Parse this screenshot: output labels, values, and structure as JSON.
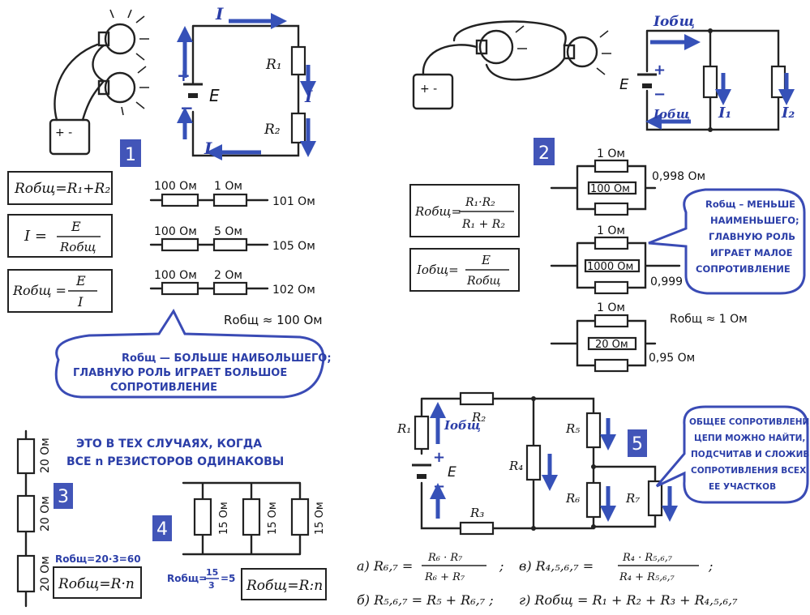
{
  "colors": {
    "accent": "#3651b8",
    "ink": "#222222"
  },
  "panels": {
    "p1": {
      "number": "1",
      "current_label": "I",
      "emf_label": "E",
      "r1": "R₁",
      "r2": "R₂",
      "plus": "+",
      "minus": "−",
      "formula_total": "Rобщ=R₁+R₂",
      "formula_current_left": "I =",
      "formula_current_num": "E",
      "formula_current_den": "Rобщ",
      "formula_r_left": "Rобщ =",
      "formula_r_num": "E",
      "formula_r_den": "I",
      "rows": [
        {
          "a": "100 Ом",
          "b": "1 Ом",
          "total": "101 Ом"
        },
        {
          "a": "100 Ом",
          "b": "5 Ом",
          "total": "105 Ом"
        },
        {
          "a": "100 Ом",
          "b": "2 Ом",
          "total": "102 Ом"
        }
      ],
      "approx": "Rобщ ≈ 100 Ом",
      "bubble": [
        "Rобщ — БОЛЬШЕ НАИБОЛЬШЕГО;",
        "ГЛАВНУЮ РОЛЬ ИГРАЕТ БОЛЬШОЕ",
        "СОПРОТИВЛЕНИЕ"
      ]
    },
    "p2": {
      "number": "2",
      "i_total": "Iобщ",
      "i1": "I₁",
      "i2": "I₂",
      "emf_label": "E",
      "plus": "+",
      "minus": "−",
      "formula_r_left": "Rобщ=",
      "formula_r_num": "R₁·R₂",
      "formula_r_den": "R₁ + R₂",
      "formula_i_left": "Iобщ=",
      "formula_i_num": "E",
      "formula_i_den": "Rобщ",
      "groups": [
        {
          "top": "1 Ом",
          "bottom": "100 Ом",
          "total": "0,998 Ом"
        },
        {
          "top": "1 Ом",
          "bottom": "1000 Ом",
          "total": "0,999 Ом"
        },
        {
          "top": "1 Ом",
          "bottom": "20 Ом",
          "total": "0,95 Ом"
        }
      ],
      "approx": "Rобщ ≈ 1 Ом",
      "bubble": [
        "Rобщ – МЕНЬШЕ",
        "НАИМЕНЬШЕГО;",
        "ГЛАВНУЮ РОЛЬ",
        "ИГРАЕТ МАЛОЕ",
        "СОПРОТИВЛЕНИЕ"
      ]
    },
    "p3": {
      "number": "3",
      "resistor_label": "20 Ом",
      "calc": "Rобщ=20·3=60",
      "formula": "Rобщ=R·n"
    },
    "p4": {
      "number": "4",
      "note_line1": "ЭТО В ТЕХ СЛУЧАЯХ, КОГДА",
      "note_line2": "ВСЕ n РЕЗИСТОРОВ ОДИНАКОВЫ",
      "resistor_label": "15 Ом",
      "calc_left": "Rобщ=",
      "calc_num": "15",
      "calc_den": "3",
      "calc_right": "=5",
      "formula": "Rобщ=R:n"
    },
    "p5": {
      "number": "5",
      "r1": "R₁",
      "r2": "R₂",
      "r3": "R₃",
      "r4": "R₄",
      "r5": "R₅",
      "r6": "R₆",
      "r7": "R₇",
      "i_total": "Iобщ",
      "emf_label": "E",
      "plus": "+",
      "minus": "−",
      "bubble": [
        "ОБЩЕЕ СОПРОТИВЛЕНИЕ",
        "ЦЕПИ МОЖНО НАЙТИ,",
        "ПОДСЧИТАВ И СЛОЖИВ",
        "СОПРОТИВЛЕНИЯ ВСЕХ",
        "ЕЕ УЧАСТКОВ"
      ],
      "eq_a_left": "а) R₆,₇ =",
      "eq_a_num": "R₆ · R₇",
      "eq_a_den": "R₆ + R₇",
      "eq_a_end": ";",
      "eq_b": "б) R₅,₆,₇ = R₅ + R₆,₇ ;",
      "eq_c_left": "в) R₄,₅,₆,₇ =",
      "eq_c_num": "R₄ · R₅,₆,₇",
      "eq_c_den": "R₄ + R₅,₆,₇",
      "eq_c_end": ";",
      "eq_d": "г) Rобщ = R₁ + R₂ + R₃ + R₄,₅,₆,₇"
    }
  }
}
